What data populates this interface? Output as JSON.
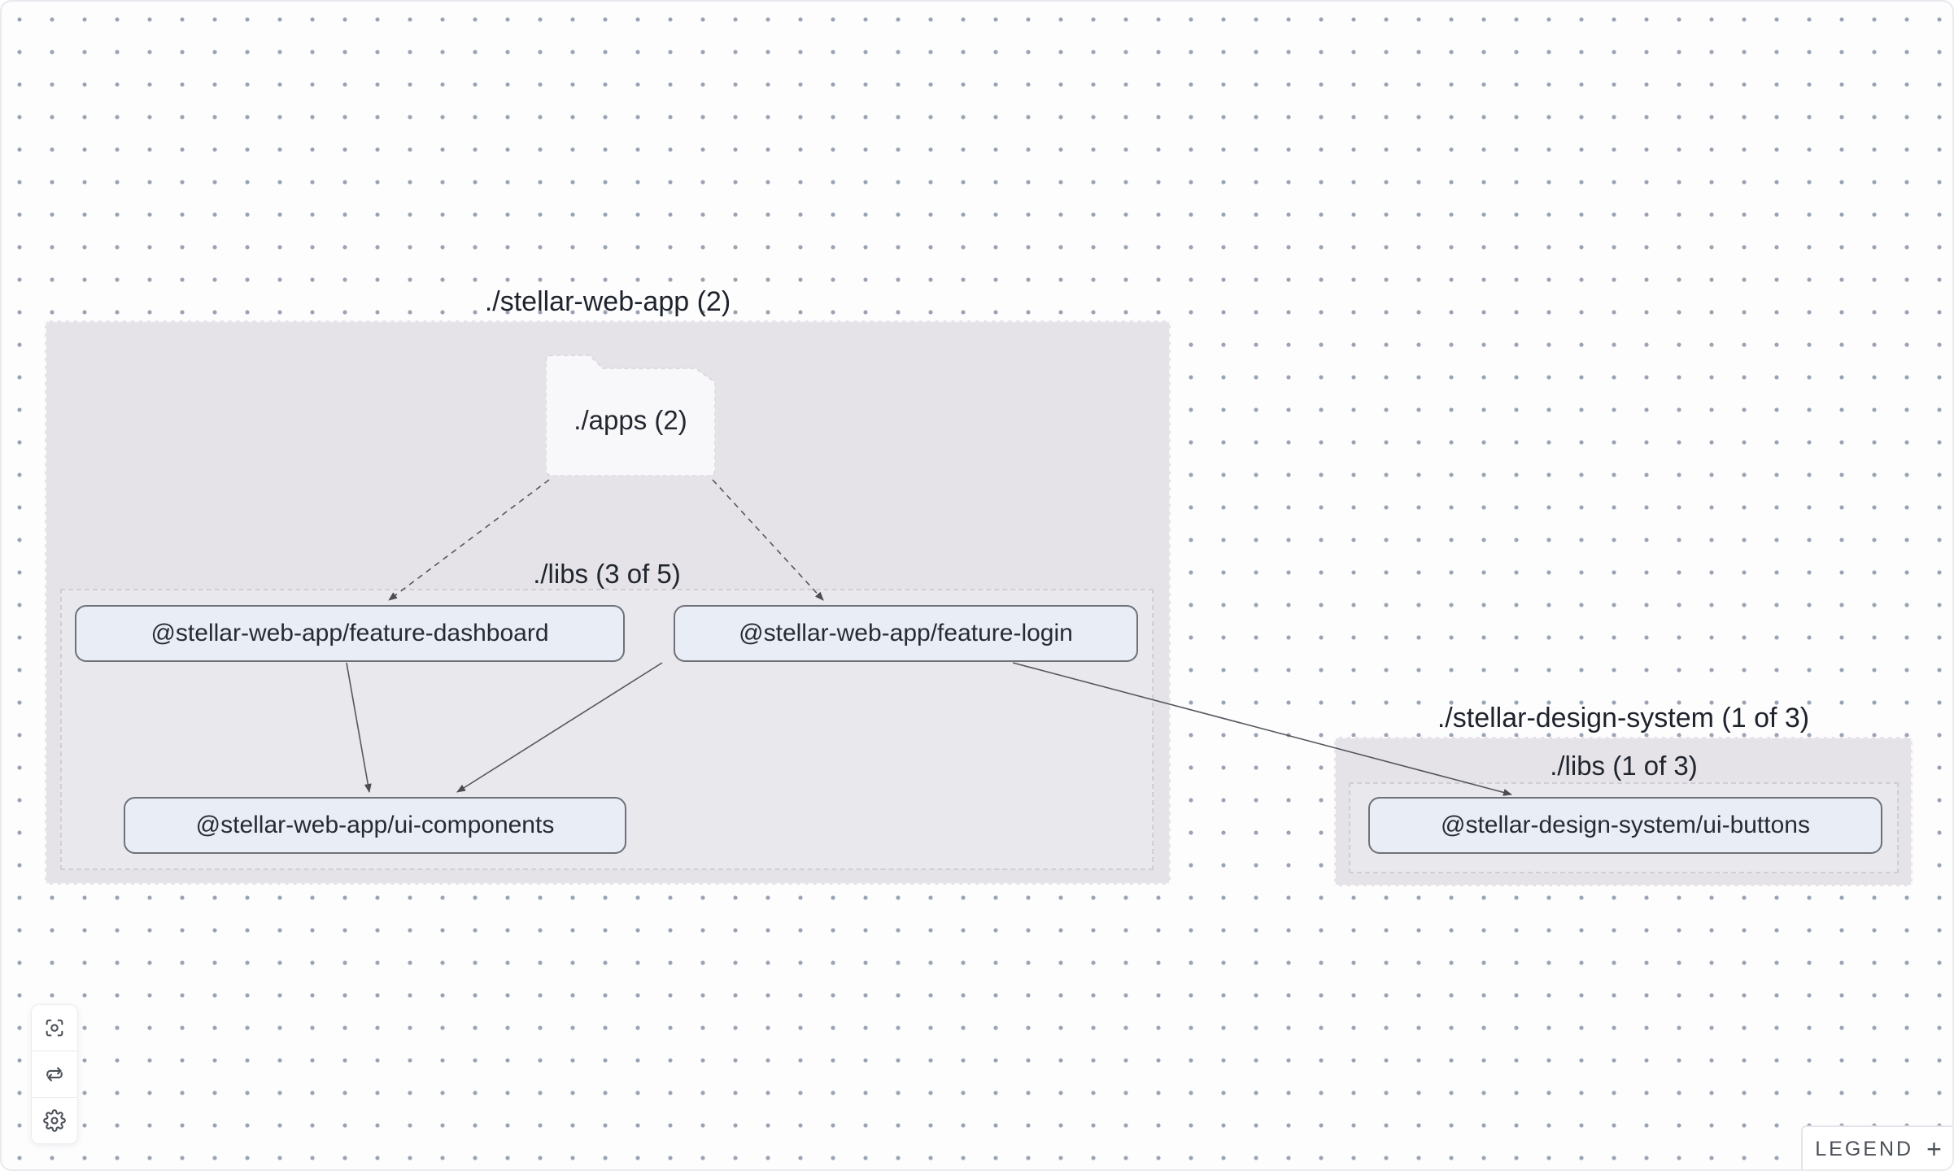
{
  "graph": {
    "groups": [
      {
        "id": "stellar-web-app",
        "title": "./stellar-web-app (2)",
        "folder": {
          "label": "./apps (2)"
        },
        "libs": {
          "label": "./libs (3 of 5)"
        }
      },
      {
        "id": "stellar-design-system",
        "title": "./stellar-design-system (1 of 3)",
        "libs": {
          "label": "./libs (1 of 3)"
        }
      }
    ],
    "nodes": [
      {
        "id": "feature-dashboard",
        "label": "@stellar-web-app/feature-dashboard"
      },
      {
        "id": "feature-login",
        "label": "@stellar-web-app/feature-login"
      },
      {
        "id": "ui-components",
        "label": "@stellar-web-app/ui-components"
      },
      {
        "id": "ui-buttons",
        "label": "@stellar-design-system/ui-buttons"
      }
    ],
    "edges": [
      {
        "from": "./apps",
        "to": "feature-dashboard",
        "style": "dashed"
      },
      {
        "from": "./apps",
        "to": "feature-login",
        "style": "dashed"
      },
      {
        "from": "feature-dashboard",
        "to": "ui-components",
        "style": "solid"
      },
      {
        "from": "feature-login",
        "to": "ui-components",
        "style": "solid"
      },
      {
        "from": "feature-login",
        "to": "ui-buttons",
        "style": "solid"
      }
    ]
  },
  "toolbar": {
    "icons": [
      "focus-icon",
      "refresh-icon",
      "gear-icon"
    ]
  },
  "legend": {
    "label": "LEGEND",
    "expand_icon": "+"
  },
  "colors": {
    "canvas_bg": "#fdfdfe",
    "dot": "#9aa3b2",
    "group_fill": "#e5e3e8",
    "node_fill": "#e9edf6",
    "node_border": "#6e7179",
    "edge": "#54575d",
    "folder_fill": "#f8f7fa",
    "text": "#23272f"
  }
}
